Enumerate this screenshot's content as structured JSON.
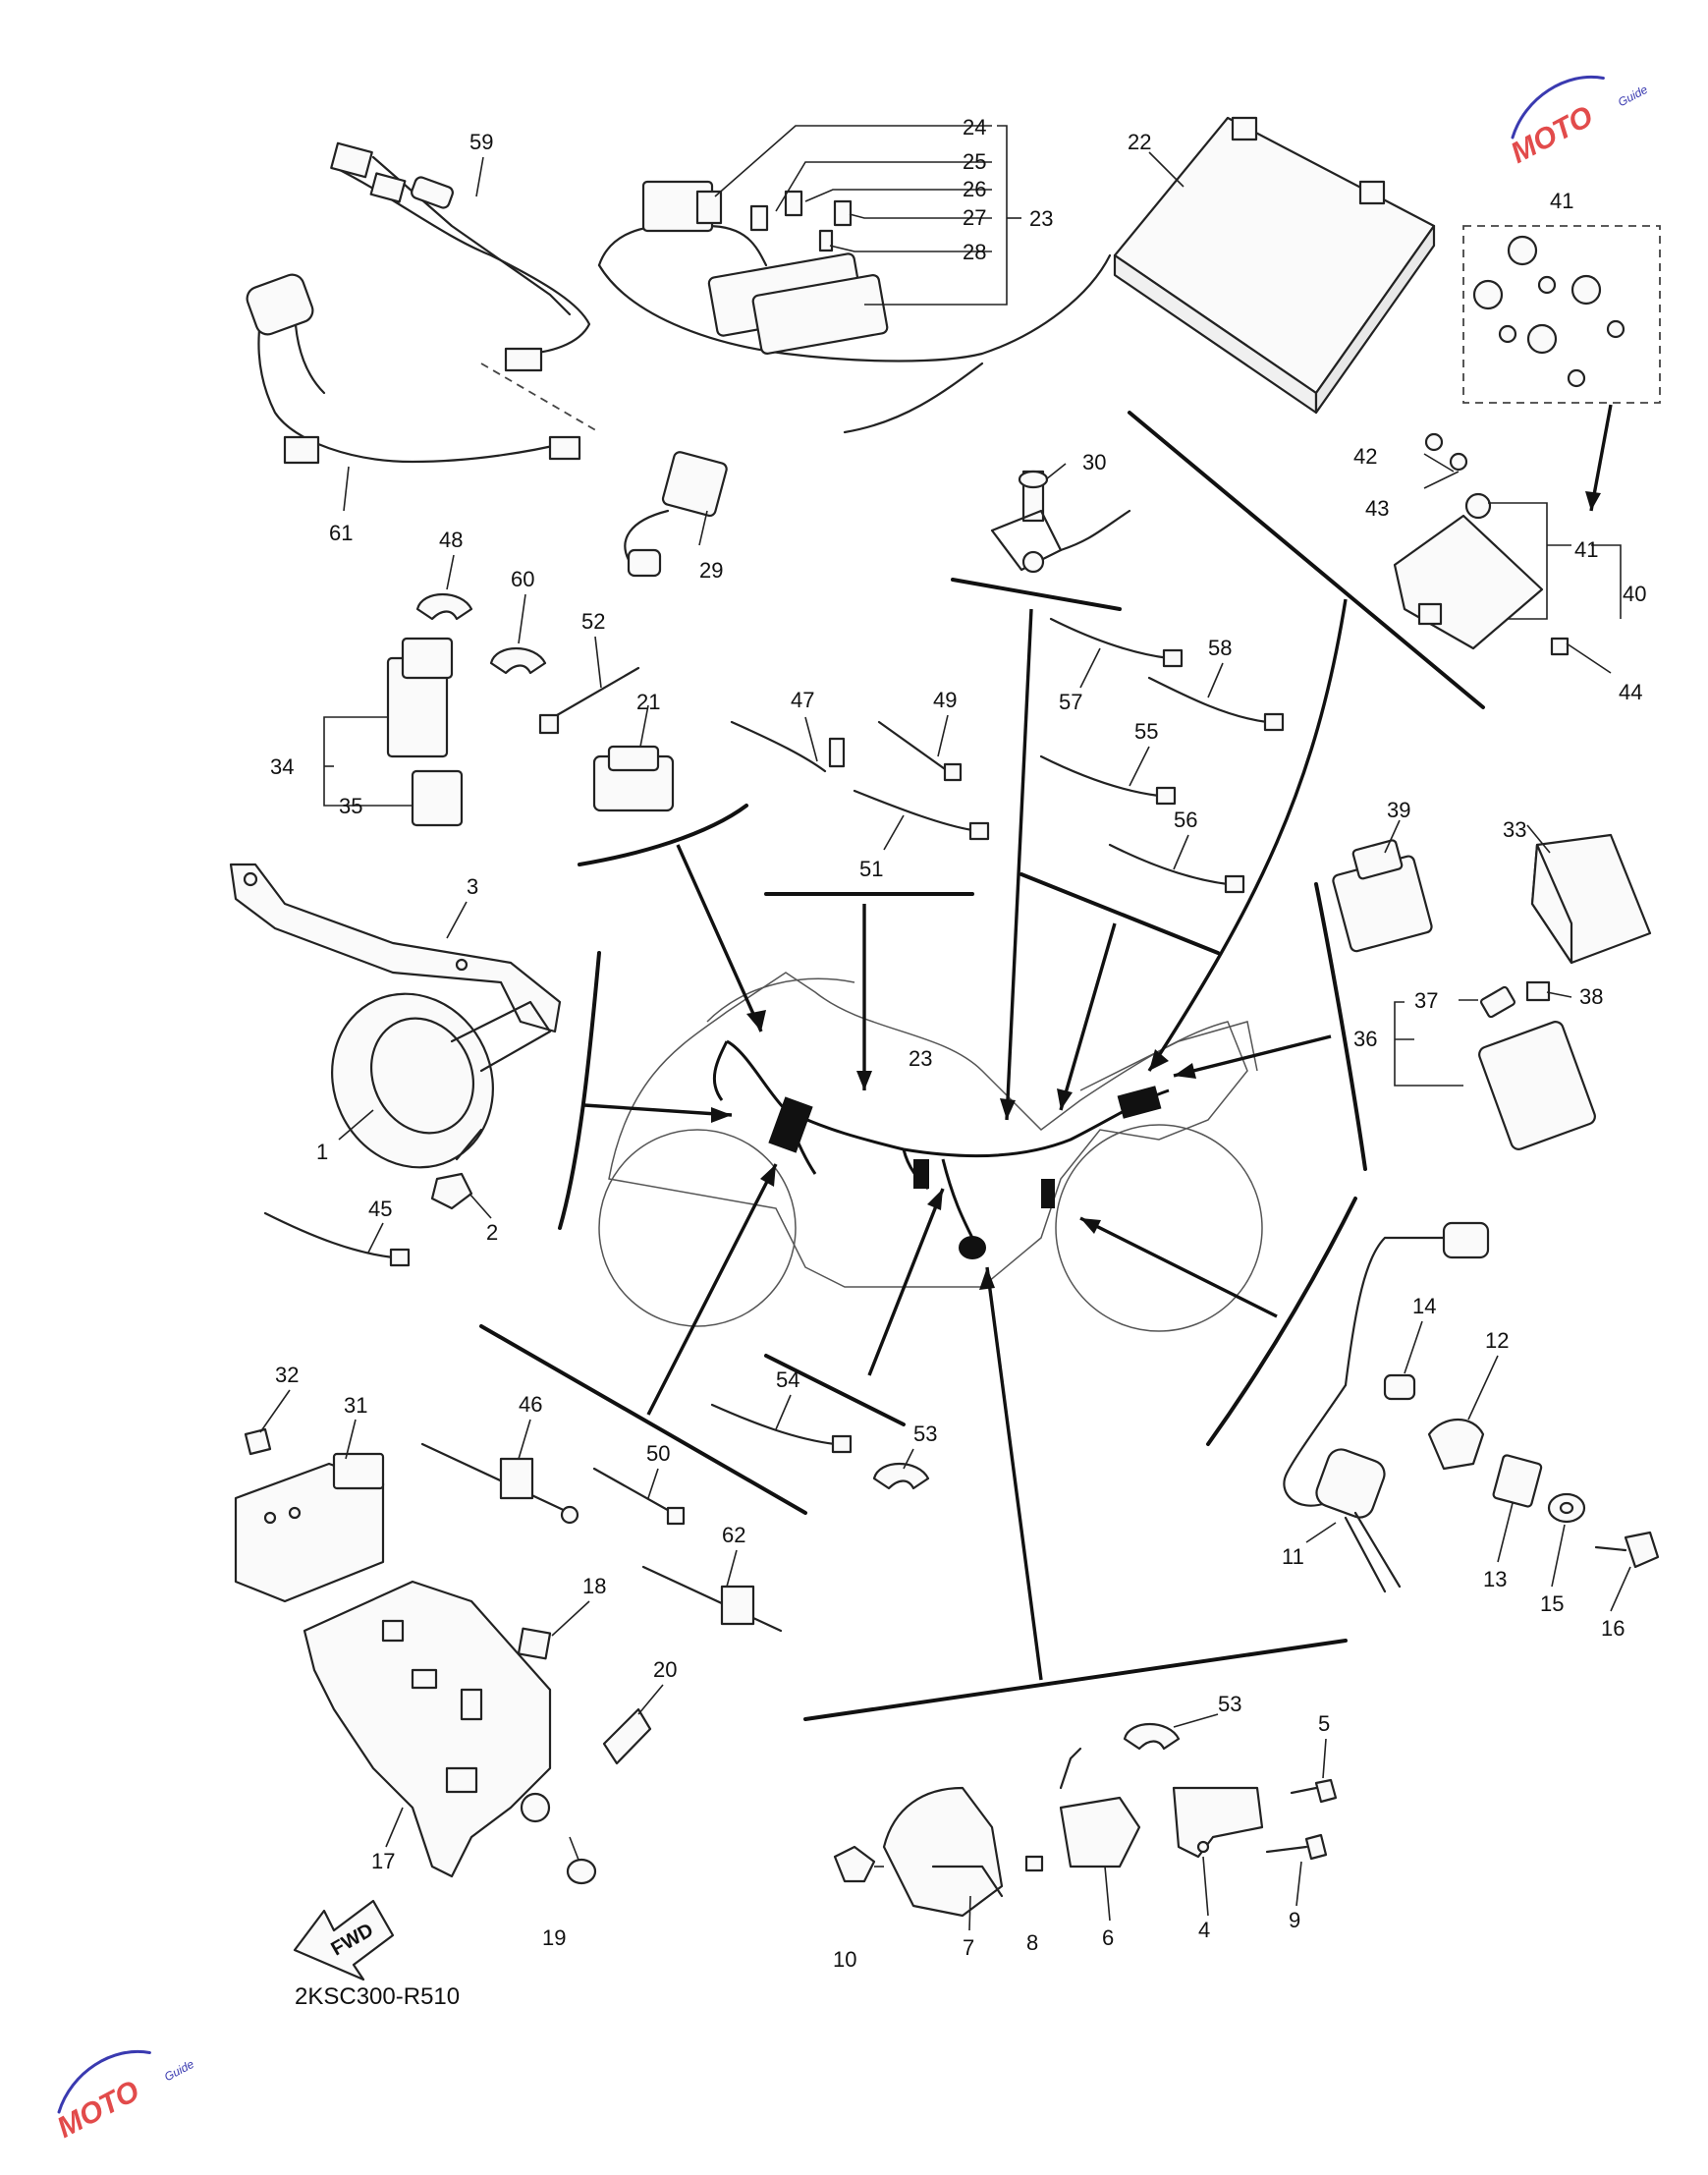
{
  "diagram": {
    "code": "2KSC300-R510",
    "fwd_label": "FWD",
    "watermark": {
      "text": "MOTO",
      "sub": "Guide"
    },
    "part_labels": [
      {
        "id": "1",
        "text": "1"
      },
      {
        "id": "2",
        "text": "2"
      },
      {
        "id": "3",
        "text": "3"
      },
      {
        "id": "4",
        "text": "4"
      },
      {
        "id": "5",
        "text": "5"
      },
      {
        "id": "6",
        "text": "6"
      },
      {
        "id": "7",
        "text": "7"
      },
      {
        "id": "8",
        "text": "8"
      },
      {
        "id": "9",
        "text": "9"
      },
      {
        "id": "10",
        "text": "10"
      },
      {
        "id": "11",
        "text": "11"
      },
      {
        "id": "12",
        "text": "12"
      },
      {
        "id": "13",
        "text": "13"
      },
      {
        "id": "14",
        "text": "14"
      },
      {
        "id": "15",
        "text": "15"
      },
      {
        "id": "16",
        "text": "16"
      },
      {
        "id": "17",
        "text": "17"
      },
      {
        "id": "18",
        "text": "18"
      },
      {
        "id": "19",
        "text": "19"
      },
      {
        "id": "20",
        "text": "20"
      },
      {
        "id": "21",
        "text": "21"
      },
      {
        "id": "22",
        "text": "22"
      },
      {
        "id": "23",
        "text": "23"
      },
      {
        "id": "23b",
        "text": "23"
      },
      {
        "id": "24",
        "text": "24"
      },
      {
        "id": "25",
        "text": "25"
      },
      {
        "id": "26",
        "text": "26"
      },
      {
        "id": "27",
        "text": "27"
      },
      {
        "id": "28",
        "text": "28"
      },
      {
        "id": "29",
        "text": "29"
      },
      {
        "id": "30",
        "text": "30"
      },
      {
        "id": "31",
        "text": "31"
      },
      {
        "id": "32",
        "text": "32"
      },
      {
        "id": "33",
        "text": "33"
      },
      {
        "id": "34",
        "text": "34"
      },
      {
        "id": "35",
        "text": "35"
      },
      {
        "id": "36",
        "text": "36"
      },
      {
        "id": "37",
        "text": "37"
      },
      {
        "id": "38",
        "text": "38"
      },
      {
        "id": "39",
        "text": "39"
      },
      {
        "id": "40",
        "text": "40"
      },
      {
        "id": "41",
        "text": "41"
      },
      {
        "id": "41b",
        "text": "41"
      },
      {
        "id": "42",
        "text": "42"
      },
      {
        "id": "43",
        "text": "43"
      },
      {
        "id": "44",
        "text": "44"
      },
      {
        "id": "45",
        "text": "45"
      },
      {
        "id": "46",
        "text": "46"
      },
      {
        "id": "47",
        "text": "47"
      },
      {
        "id": "48",
        "text": "48"
      },
      {
        "id": "49",
        "text": "49"
      },
      {
        "id": "50",
        "text": "50"
      },
      {
        "id": "51",
        "text": "51"
      },
      {
        "id": "52",
        "text": "52"
      },
      {
        "id": "53",
        "text": "53"
      },
      {
        "id": "53b",
        "text": "53"
      },
      {
        "id": "54",
        "text": "54"
      },
      {
        "id": "55",
        "text": "55"
      },
      {
        "id": "56",
        "text": "56"
      },
      {
        "id": "57",
        "text": "57"
      },
      {
        "id": "58",
        "text": "58"
      },
      {
        "id": "59",
        "text": "59"
      },
      {
        "id": "60",
        "text": "60"
      },
      {
        "id": "61",
        "text": "61"
      },
      {
        "id": "62",
        "text": "62"
      }
    ]
  }
}
